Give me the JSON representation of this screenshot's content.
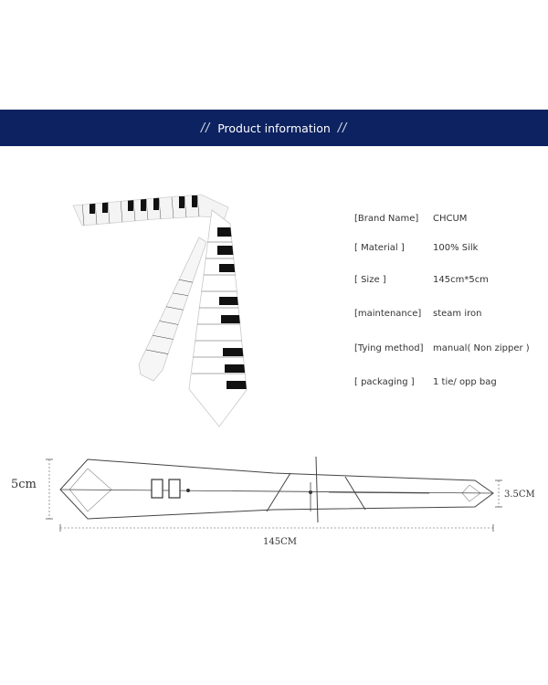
{
  "banner": {
    "left_slashes": "//",
    "title": "Product information",
    "right_slashes": "//",
    "background_color": "#0d2260"
  },
  "specs": [
    {
      "label": "[Brand Name]",
      "value": "CHCUM"
    },
    {
      "label": "[  Material  ]",
      "value": "100% Silk"
    },
    {
      "label": "[     Size     ]",
      "value": "145cm*5cm"
    },
    {
      "label": "[maintenance]",
      "value": "steam iron"
    },
    {
      "label": "[Tying method]",
      "value": "manual( Non zipper )"
    },
    {
      "label": "[ packaging ]",
      "value": "1 tie/ opp bag"
    }
  ],
  "diagram": {
    "width_label": "5cm",
    "narrow_width_label": "3.5CM",
    "length_label": "145CM"
  }
}
